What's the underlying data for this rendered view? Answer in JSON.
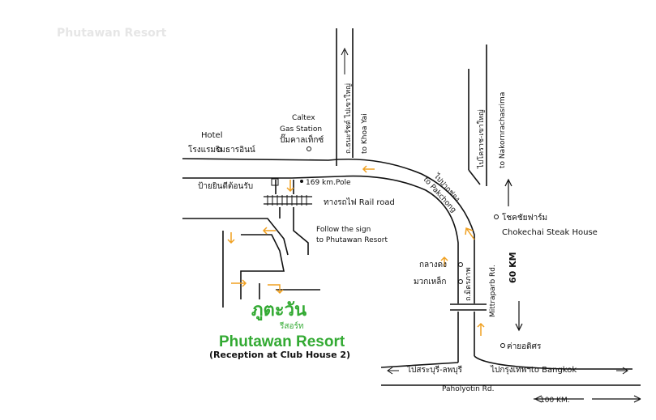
{
  "map": {
    "colors": {
      "road": "#111111",
      "direction_arrow": "#f0a020",
      "resort": "#33aa33"
    },
    "labels": {
      "hotel_en": "Hotel",
      "hotel_th": "โรงแรมริมธารอินน์",
      "caltex_1": "Caltex",
      "caltex_2": "Gas Station",
      "caltex_th": "ปั๊มคาลเท็กซ์",
      "road_khoa_yai_th": "ถ.ธนะรัชต์ ไปเขาใหญ่",
      "road_khoa_yai_en": "to Khoa Yai",
      "korat_th": "ไปโคราช-เขาใหญ่",
      "korat_en": "to Nakornrachasrima",
      "welcome_sign_th": "ป้ายยินดีต้อนรับ",
      "km_pole": "169 km.Pole",
      "railroad": "ทางรถไฟ Rail road",
      "pakchong_th": "ไปปากช่อง",
      "pakchong_en": "to Pakchong",
      "follow_1": "Follow the sign",
      "follow_2": "to Phutawan Resort",
      "chokechai_th": "โชคชัยฟาร์ม",
      "chokechai_en": "Chokechai Steak House",
      "klang_dong": "กลางดง",
      "muak_lek": "มวกเหล็ก",
      "mittraparp_th": "ถ.มิตรภาพ",
      "mittraparp_en": "Mittraparb Rd.",
      "distance_60": "60 KM",
      "camp": "ค่ายอดิศร",
      "saraburi": "ไปสระบุรี-ลพบุรี",
      "bangkok": "ไปกรุงเทพฯto Bangkok",
      "paholyotin": "Paholyotin Rd.",
      "distance_100": "100 KM.",
      "faded_header": "Phutawan Resort"
    },
    "resort": {
      "logo_th": "ภูตะวัน",
      "logo_th_sub": "รีสอร์ท",
      "name": "Phutawan Resort",
      "reception": "(Reception at Club House 2)"
    }
  }
}
